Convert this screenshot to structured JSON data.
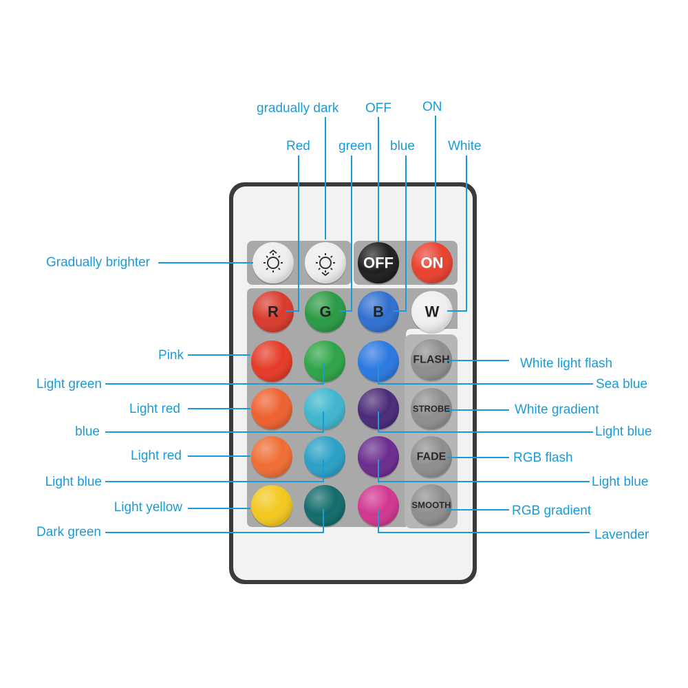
{
  "remote": {
    "body_color": "#f2f2f2",
    "frame_color": "#3b3b3b",
    "panel_color": "#a9a9a9",
    "top_row": [
      {
        "name": "gradually-brighter",
        "color": "#eeeeee",
        "icon": "sun-up-icon"
      },
      {
        "name": "gradually-dark",
        "color": "#eeeeee",
        "icon": "sun-down-icon"
      },
      {
        "name": "off",
        "color": "#1e1e1e",
        "text": "OFF",
        "text_color": "#ffffff"
      },
      {
        "name": "on",
        "color": "#e8412f",
        "text": "ON",
        "text_color": "#ffffff"
      }
    ],
    "rgbw_row": [
      {
        "name": "r",
        "color": "#d93a2c",
        "text": "R",
        "text_color": "#222222"
      },
      {
        "name": "g",
        "color": "#2a9a44",
        "text": "G",
        "text_color": "#222222"
      },
      {
        "name": "b",
        "color": "#2f6fd0",
        "text": "B",
        "text_color": "#222222"
      },
      {
        "name": "w",
        "color": "#efefef",
        "text": "W",
        "text_color": "#222222"
      }
    ],
    "color_grid": [
      [
        "#e43a26",
        "#2ea447",
        "#2b78e0"
      ],
      [
        "#ee6130",
        "#3fb6cf",
        "#4a2a78"
      ],
      [
        "#ef6d33",
        "#2aa0c6",
        "#6a2c8e"
      ],
      [
        "#f2c81e",
        "#136b6b",
        "#d1368f"
      ]
    ],
    "mode_buttons": [
      {
        "name": "flash",
        "text": "FLASH"
      },
      {
        "name": "strobe",
        "text": "STROBE"
      },
      {
        "name": "fade",
        "text": "FADE"
      },
      {
        "name": "smooth",
        "text": "SMOOTH"
      }
    ],
    "mode_color": "#8e8e8e"
  },
  "labels": {
    "gradually_dark": "gradually dark",
    "off": "OFF",
    "on": "ON",
    "red": "Red",
    "green": "green",
    "blue_top": "blue",
    "white": "White",
    "gradually_brighter": "Gradually brighter",
    "pink": "Pink",
    "light_green": "Light green",
    "light_red_1": "Light red",
    "blue_left": "blue",
    "light_red_2": "Light red",
    "light_blue_left": "Light blue",
    "light_yellow": "Light yellow",
    "dark_green": "Dark green",
    "white_light_flash": "White light flash",
    "sea_blue": "Sea blue",
    "white_gradient": "White gradient",
    "light_blue_right_1": "Light blue",
    "rgb_flash": "RGB flash",
    "light_blue_right_2": "Light blue",
    "rgb_gradient": "RGB gradient",
    "lavender": "Lavender"
  },
  "label_color": "#1a9bd7"
}
